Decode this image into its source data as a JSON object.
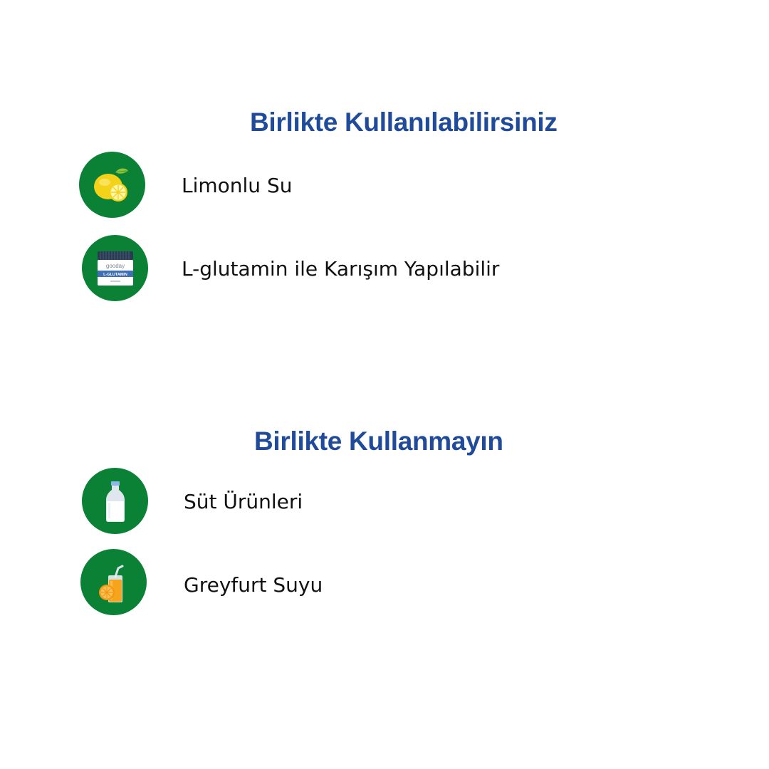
{
  "sections": [
    {
      "heading": "Birlikte Kullanılabilirsiniz",
      "items": [
        {
          "label": "Limonlu Su",
          "icon": "lemon-icon"
        },
        {
          "label": "L-glutamin ile Karışım Yapılabilir",
          "icon": "l-glutamin-jar-icon",
          "jar_brand": "gooday",
          "jar_label": "L-GLUTAMIN"
        }
      ]
    },
    {
      "heading": "Birlikte Kullanmayın",
      "items": [
        {
          "label": "Süt Ürünleri",
          "icon": "milk-bottle-icon"
        },
        {
          "label": "Greyfurt Suyu",
          "icon": "orange-juice-icon"
        }
      ]
    }
  ],
  "colors": {
    "heading": "#1f4b9a",
    "circle": "#0b8136",
    "text": "#111111",
    "background": "#ffffff"
  }
}
